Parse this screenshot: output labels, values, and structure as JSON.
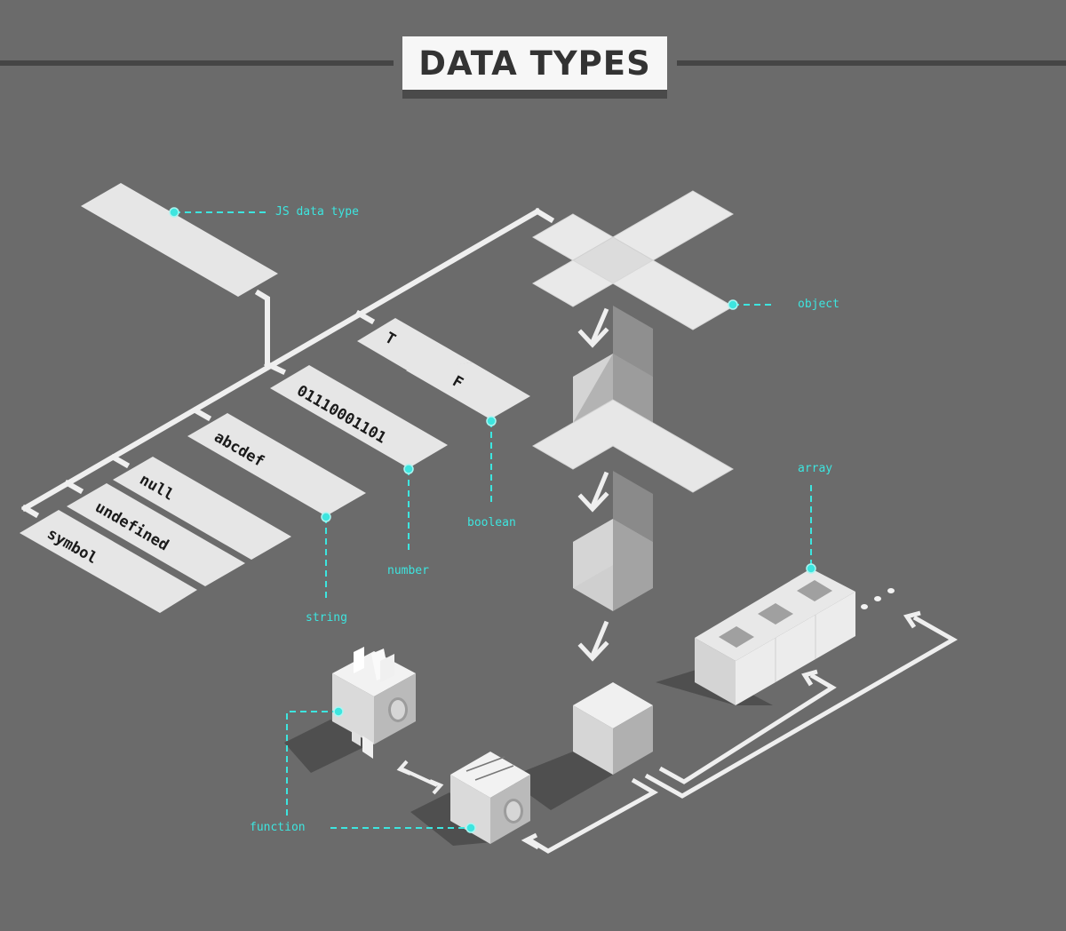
{
  "title": "DATA TYPES",
  "colors": {
    "background": "#6b6b6b",
    "panel": "#e6e6e6",
    "line": "#efefef",
    "accent": "#3de5df",
    "title_text": "#333333",
    "label_text": "#1a1a1a",
    "shadow": "#4f4f4f"
  },
  "diagram": {
    "labels": {
      "js_data_type": "JS data type",
      "object": "object",
      "boolean": "boolean",
      "number": "number",
      "string": "string",
      "array": "array",
      "function": "function"
    },
    "primitives": {
      "true_letter": "T",
      "false_letter": "F",
      "number_value": "01110001101",
      "string_value": "abcdef",
      "null_value": "null",
      "undefined_value": "undefined",
      "symbol_value": "symbol"
    }
  }
}
